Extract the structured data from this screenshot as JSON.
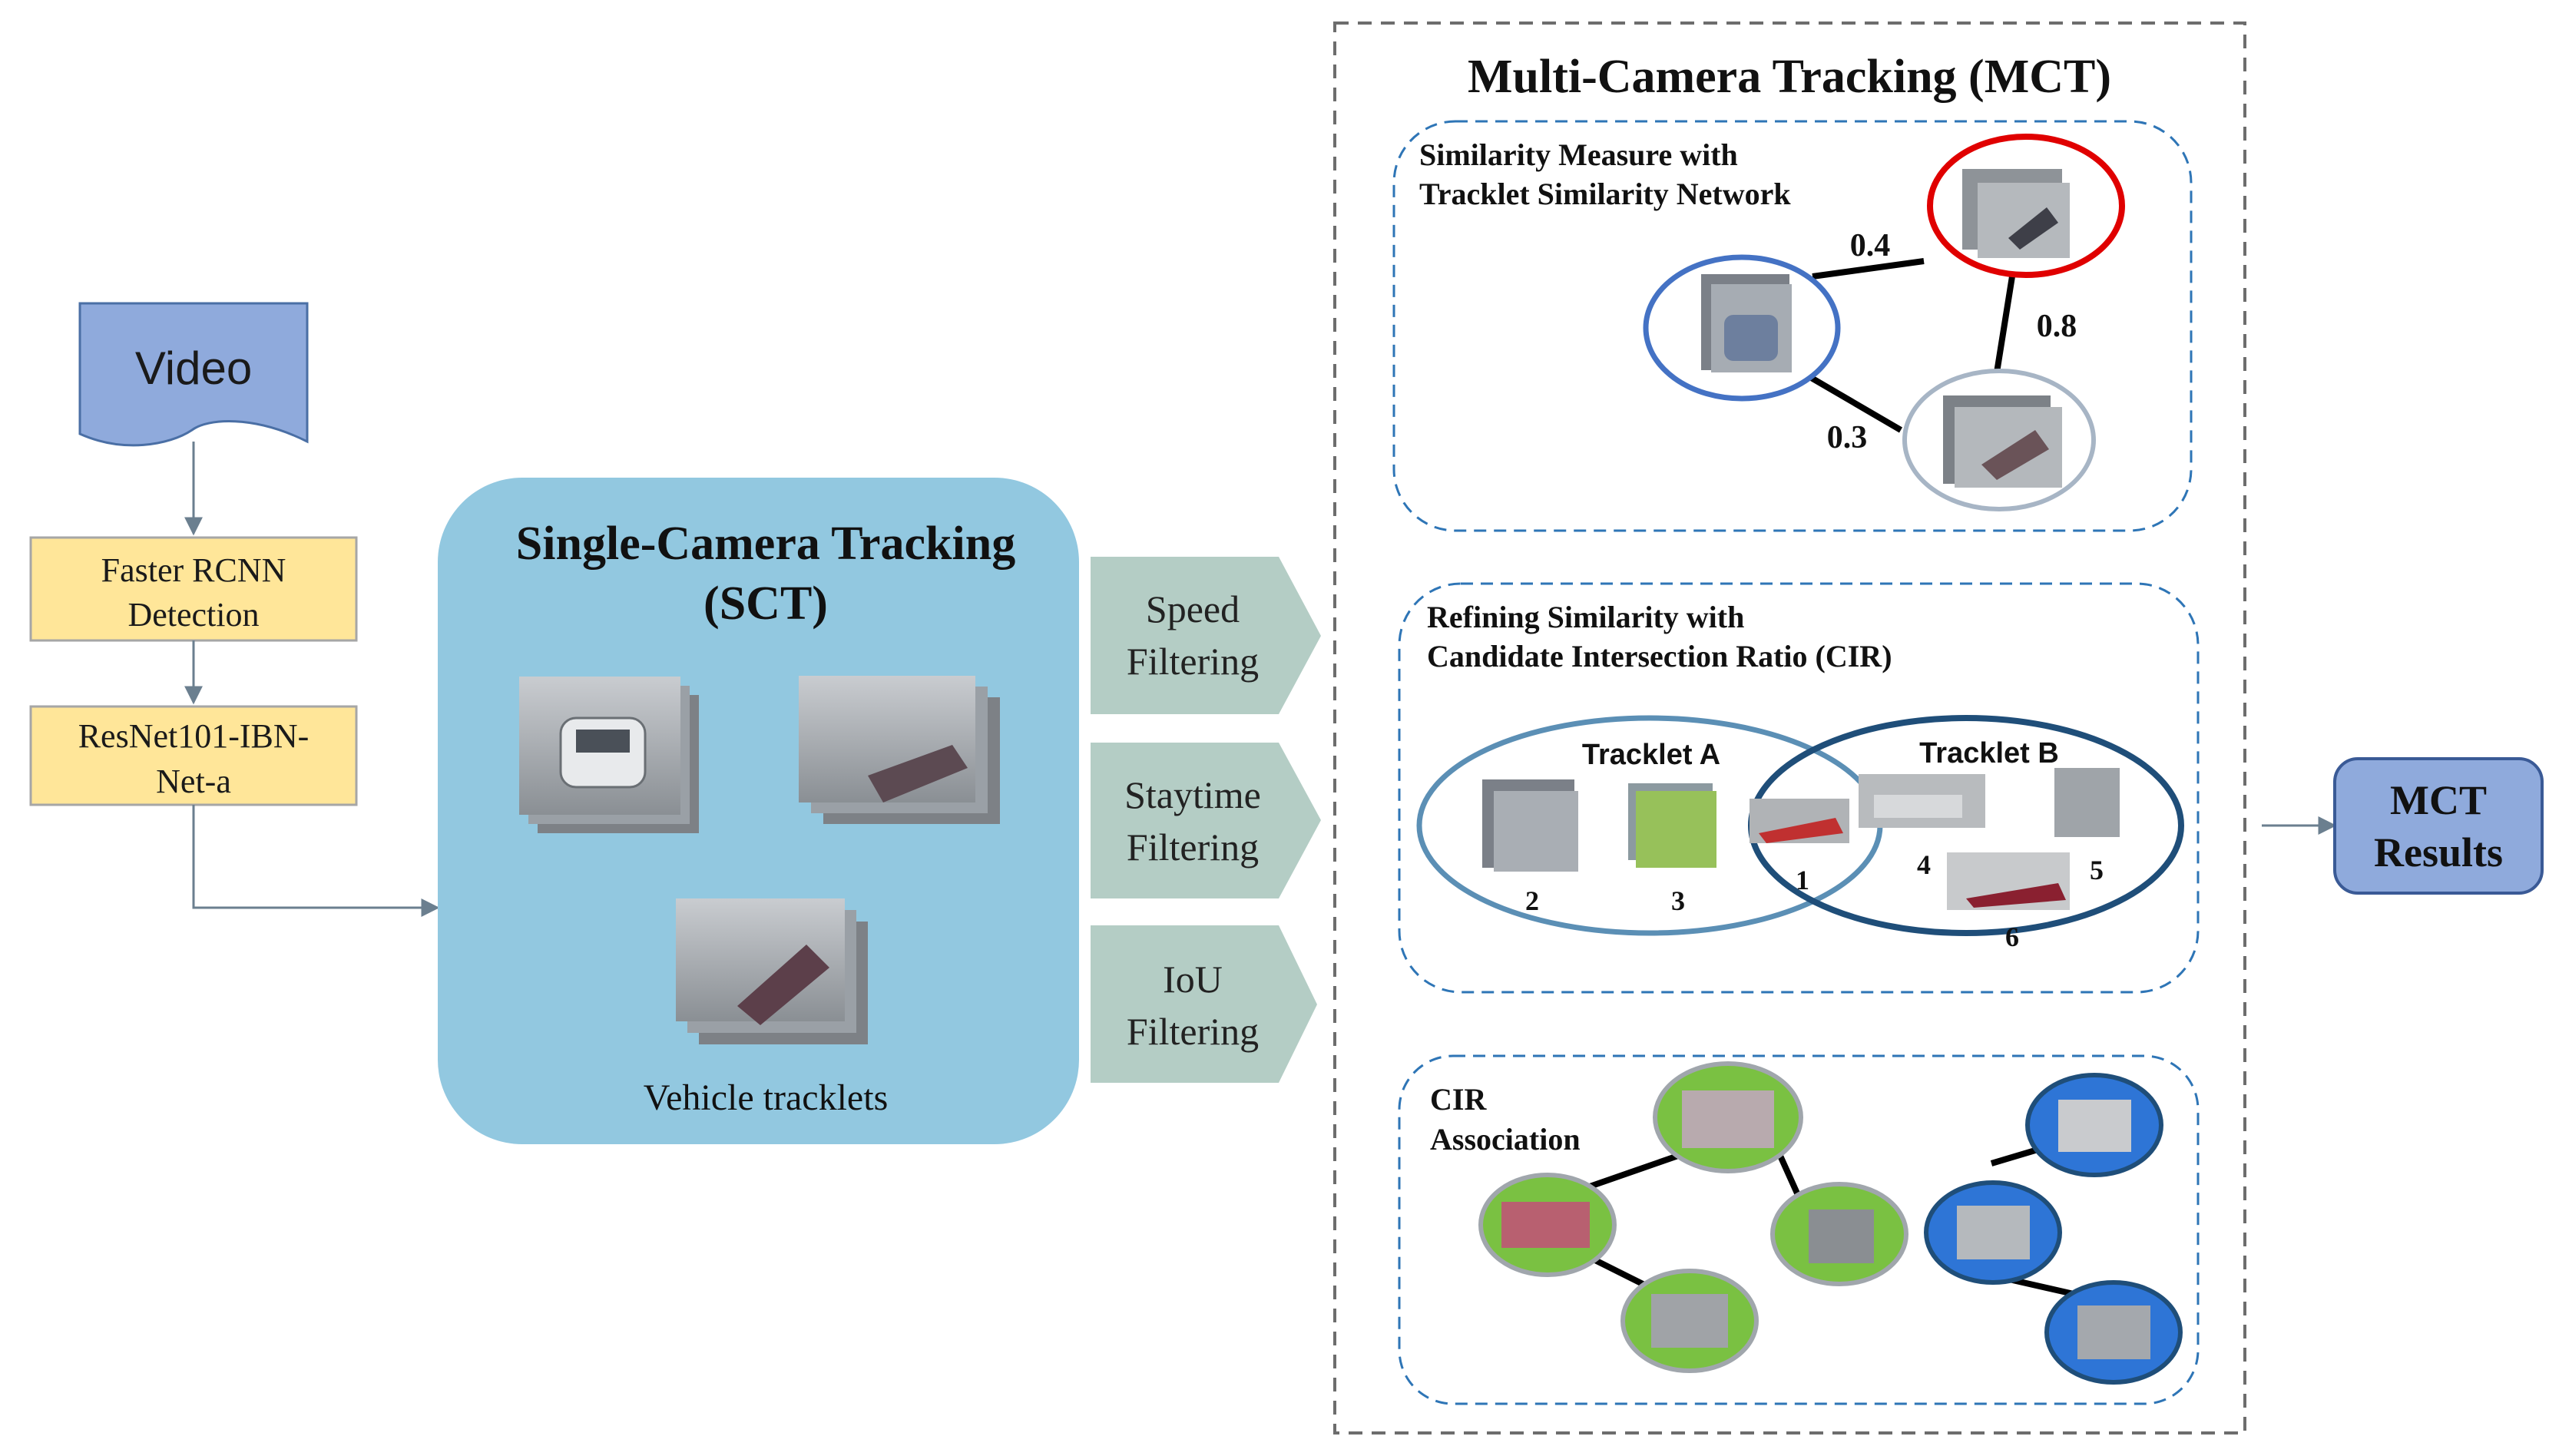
{
  "pipeline": {
    "video_label": "Video",
    "detector_line1": "Faster RCNN",
    "detector_line2": "Detection",
    "reid_line1": "ResNet101-IBN-",
    "reid_line2": "Net-a"
  },
  "sct": {
    "title_line1": "Single-Camera Tracking",
    "title_line2": "(SCT)",
    "caption": "Vehicle tracklets"
  },
  "filters": [
    {
      "line1": "Speed",
      "line2": "Filtering"
    },
    {
      "line1": "Staytime",
      "line2": "Filtering"
    },
    {
      "line1": "IoU",
      "line2": "Filtering"
    }
  ],
  "mct": {
    "title": "Multi-Camera Tracking (MCT)",
    "similarity": {
      "title_line1": "Similarity Measure with",
      "title_line2": "Tracklet Similarity Network",
      "edges": [
        "0.4",
        "0.8",
        "0.3"
      ]
    },
    "refining": {
      "title_line1": "Refining Similarity with",
      "title_line2": "Candidate Intersection Ratio (CIR)",
      "set_a": "Tracklet A",
      "set_b": "Tracklet B",
      "numbers": [
        "1",
        "2",
        "3",
        "4",
        "5",
        "6"
      ]
    },
    "association": {
      "title_line1": "CIR",
      "title_line2": "Association"
    }
  },
  "result": {
    "line1": "MCT",
    "line2": "Results"
  },
  "colors": {
    "blue_box": "#8faadc",
    "yellow_box": "#ffe699",
    "sct_bg": "#92c8e0",
    "filter_bg": "#b4cdc5",
    "dashed_blue": "#2e75b6",
    "red": "#e00000",
    "circle_blue": "#4472c4",
    "green": "#7ac142",
    "dark_blue": "#1f4e79"
  }
}
